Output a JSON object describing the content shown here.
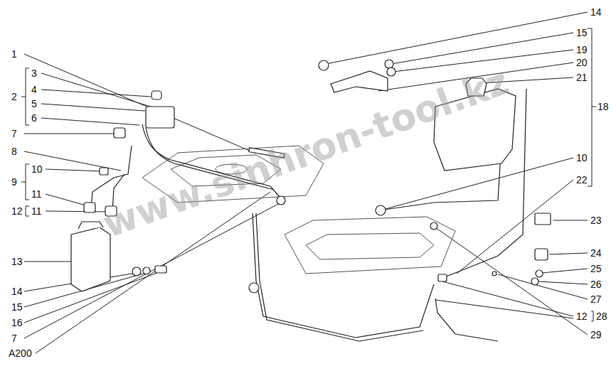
{
  "diagram": {
    "labels": [
      "1",
      "3",
      "4",
      "2",
      "5",
      "6",
      "7",
      "8",
      "10",
      "9",
      "11",
      "12",
      "11",
      "13",
      "14",
      "15",
      "16",
      "7",
      "A200",
      "14",
      "15",
      "19",
      "20",
      "21",
      "18",
      "10",
      "22",
      "23",
      "24",
      "25",
      "26",
      "27",
      "12",
      "28",
      "29",
      "www.sinhron-tool.kz"
    ]
  }
}
